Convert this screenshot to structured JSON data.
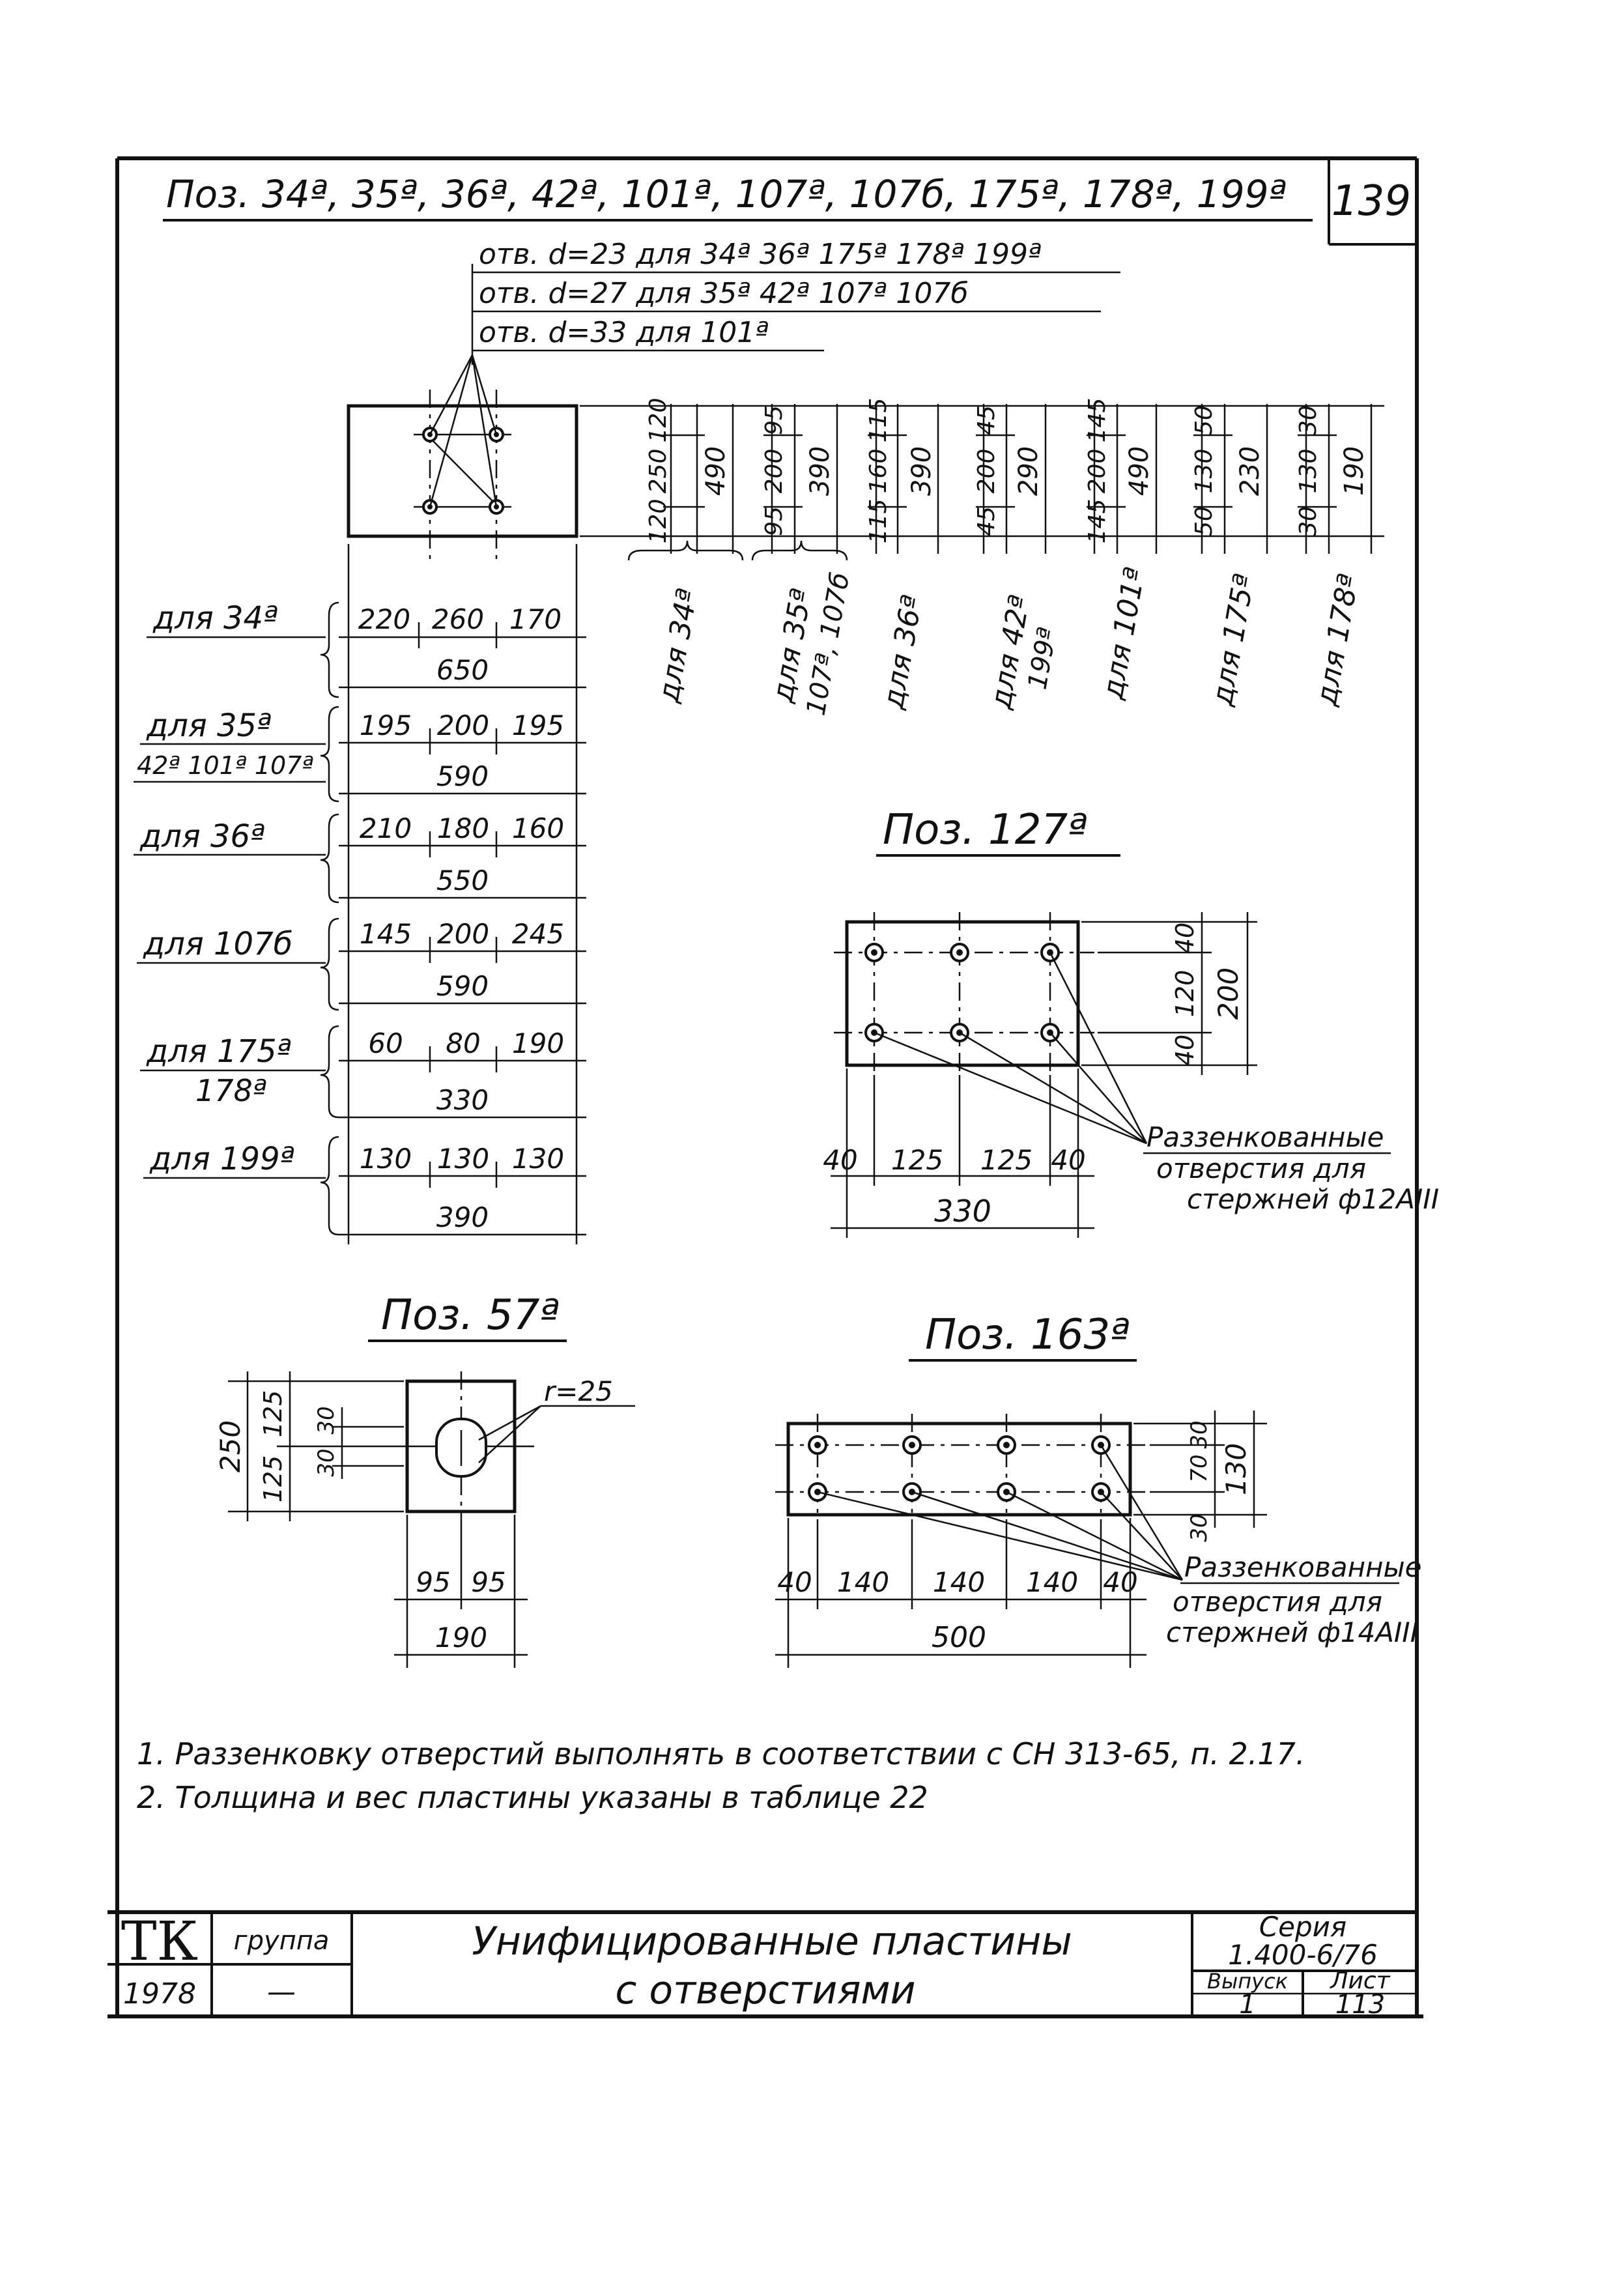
{
  "header": {
    "title": "Поз. 34ª, 35ª, 36ª, 42ª, 101ª, 107ª, 107б, 175ª, 178ª, 199ª",
    "sheet_number": "139"
  },
  "hole_notes": [
    "отв. d=23 для 34ª 36ª 175ª 178ª 199ª",
    "отв. d=27 для 35ª 42ª 107ª 107б",
    "отв. d=33 для 101ª"
  ],
  "horizontal_variants": [
    {
      "label": "для 34ª",
      "dims": [
        "220",
        "260",
        "170"
      ],
      "total": "650"
    },
    {
      "label": "для 35ª",
      "label2": "42ª 101ª 107ª",
      "dims": [
        "195",
        "200",
        "195"
      ],
      "total": "590"
    },
    {
      "label": "для 36ª",
      "dims": [
        "210",
        "180",
        "160"
      ],
      "total": "550"
    },
    {
      "label": "для 107б",
      "dims": [
        "145",
        "200",
        "245"
      ],
      "total": "590"
    },
    {
      "label": "для 175ª",
      "label2": "178ª",
      "dims": [
        "60",
        "80",
        "190"
      ],
      "total": "330"
    },
    {
      "label": "для 199ª",
      "dims": [
        "130",
        "130",
        "130"
      ],
      "total": "390"
    }
  ],
  "vertical_variants": [
    {
      "label": "для 34ª",
      "dims": [
        "120",
        "250",
        "120"
      ],
      "total": "490"
    },
    {
      "label": "для 35ª",
      "label2": "107ª, 107б",
      "dims": [
        "95",
        "200",
        "95"
      ],
      "total": "390"
    },
    {
      "label": "для 36ª",
      "dims": [
        "115",
        "160",
        "115"
      ],
      "total": "390"
    },
    {
      "label": "для 42ª",
      "label2": "199ª",
      "dims": [
        "45",
        "200",
        "45"
      ],
      "total": "290"
    },
    {
      "label": "для 101ª",
      "dims": [
        "145",
        "200",
        "145"
      ],
      "total": "490"
    },
    {
      "label": "для 175ª",
      "dims": [
        "50",
        "130",
        "50"
      ],
      "total": "230"
    },
    {
      "label": "для 178ª",
      "dims": [
        "30",
        "130",
        "30"
      ],
      "total": "190"
    }
  ],
  "poz127": {
    "title": "Поз. 127ª",
    "h_dims": [
      "40",
      "125",
      "125",
      "40"
    ],
    "h_total": "330",
    "v_dims": [
      "40",
      "120",
      "40"
    ],
    "v_total": "200",
    "note": [
      "Раззенкованные",
      "отверстия для",
      "стержней ф12АIII"
    ]
  },
  "poz57": {
    "title": "Поз. 57ª",
    "radius": "r=25",
    "v_left": [
      "125",
      "125"
    ],
    "v_total": "250",
    "v_inner": [
      "30",
      "30"
    ],
    "h_dims": [
      "95",
      "95"
    ],
    "h_total": "190"
  },
  "poz163": {
    "title": "Поз. 163ª",
    "h_dims": [
      "40",
      "140",
      "140",
      "140",
      "40"
    ],
    "h_total": "500",
    "v_dims": [
      "30",
      "70",
      "30"
    ],
    "v_total": "130",
    "note": [
      "Раззенкованные",
      "отверстия для",
      "стержней ф14АIII"
    ]
  },
  "notes": [
    "1. Раззенковку отверстий выполнять в соответствии с СН 313-65, п. 2.17.",
    "2. Толщина и вес пластины указаны в таблице 22"
  ],
  "title_block": {
    "logo": "ТК",
    "group_label": "группа",
    "year": "1978",
    "group_value": "—",
    "title_line1": "Унифицированные пластины",
    "title_line2": "с отверстиями",
    "series_label": "Серия",
    "series_value": "1.400-6/76",
    "issue_label": "Выпуск",
    "issue_value": "1",
    "sheet_label": "Лист",
    "sheet_value": "113"
  }
}
